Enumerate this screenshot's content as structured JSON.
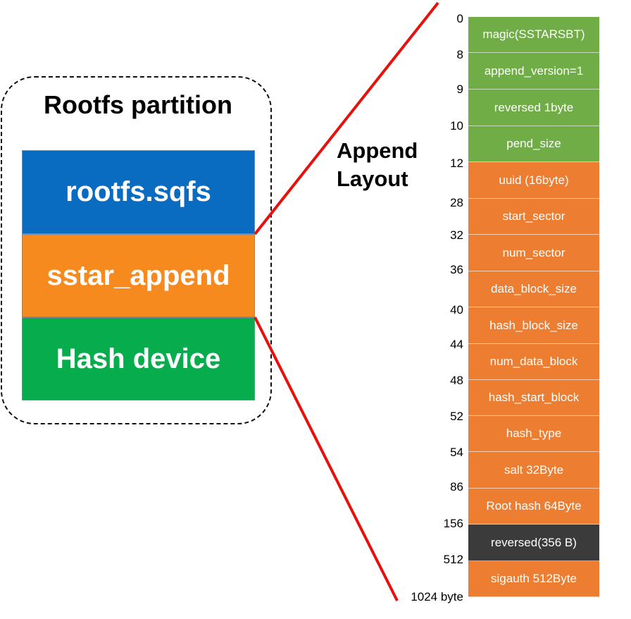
{
  "partition": {
    "title": "Rootfs partition",
    "blocks": [
      {
        "label": "rootfs.sqfs",
        "color": "#0a6cc0"
      },
      {
        "label": "sstar_append",
        "color": "#f68a1e"
      },
      {
        "label": "Hash device",
        "color": "#07ad4c"
      }
    ]
  },
  "layout": {
    "title_line1": "Append",
    "title_line2": "Layout",
    "offsets": [
      "0",
      "8",
      "9",
      "10",
      "12",
      "28",
      "32",
      "36",
      "40",
      "44",
      "48",
      "52",
      "54",
      "86",
      "156",
      "512",
      "1024 byte"
    ],
    "fields": [
      {
        "label": "magic(SSTARSBT)",
        "color": "#70ad47"
      },
      {
        "label": "append_version=1",
        "color": "#70ad47"
      },
      {
        "label": "reversed 1byte",
        "color": "#70ad47"
      },
      {
        "label": "pend_size",
        "color": "#70ad47"
      },
      {
        "label": "uuid (16byte)",
        "color": "#ed7d31"
      },
      {
        "label": "start_sector",
        "color": "#ed7d31"
      },
      {
        "label": "num_sector",
        "color": "#ed7d31"
      },
      {
        "label": "data_block_size",
        "color": "#ed7d31"
      },
      {
        "label": "hash_block_size",
        "color": "#ed7d31"
      },
      {
        "label": "num_data_block",
        "color": "#ed7d31"
      },
      {
        "label": "hash_start_block",
        "color": "#ed7d31"
      },
      {
        "label": "hash_type",
        "color": "#ed7d31"
      },
      {
        "label": "salt 32Byte",
        "color": "#ed7d31"
      },
      {
        "label": "Root hash 64Byte",
        "color": "#ed7d31"
      },
      {
        "label": "reversed(356 B)",
        "color": "#3b3b3b"
      },
      {
        "label": "sigauth 512Byte",
        "color": "#ed7d31"
      }
    ]
  },
  "connector_color": "#e8100c"
}
